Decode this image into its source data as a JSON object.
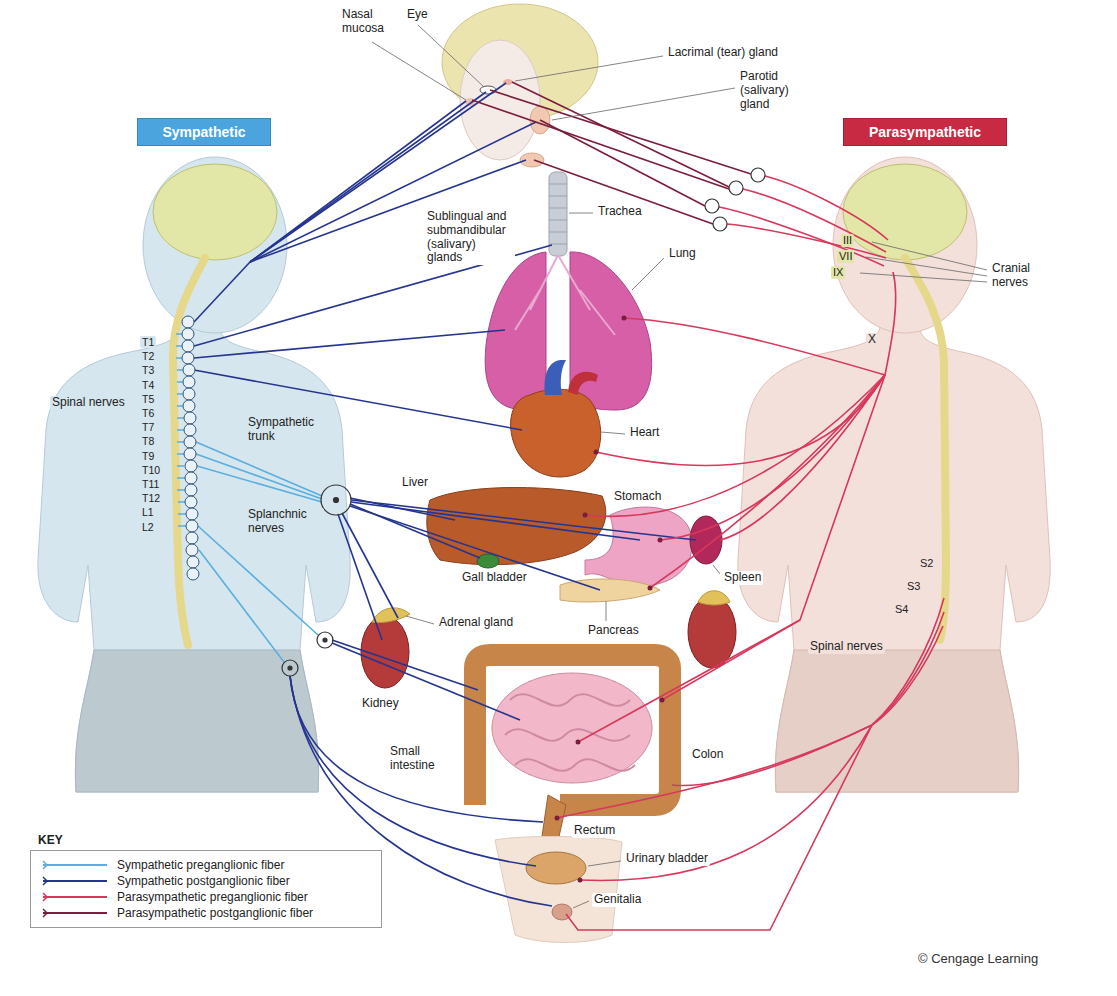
{
  "diagram": {
    "nodes": [
      {
        "text": [
          "Sympathetic"
        ]
      },
      {
        "text": [
          "Parasympathetic"
        ]
      }
    ],
    "labels": [
      "Nasal mucosa",
      "Eye",
      "Lacrimal (tear) gland",
      "Parotid (salivary) gland",
      "Sublingual and submandibular (salivary) glands",
      "Trachea",
      "Lung",
      "Spinal nerves",
      "Sympathetic trunk",
      "Heart",
      "Liver",
      "Stomach",
      "Splanchnic nerves",
      "Gall bladder",
      "Spleen",
      "Pancreas",
      "Adrenal gland",
      "Kidney",
      "Small intestine",
      "Colon",
      "Rectum",
      "Urinary bladder",
      "Genitalia",
      "III",
      "VII",
      "IX",
      "Cranial nerves",
      "X",
      "S2",
      "S3",
      "S4",
      "Spinal nerves",
      "T1",
      "T2",
      "T3",
      "T4",
      "T5",
      "T6",
      "T7",
      "T8",
      "T9",
      "T10",
      "T11",
      "T12",
      "L1",
      "L2",
      "KEY",
      "© Cengage Learning"
    ],
    "legend": [
      {
        "text": "Sympathetic preganglionic fiber"
      },
      {
        "text": "Sympathetic postganglionic fiber"
      },
      {
        "text": "Parasympathetic preganglionic fiber"
      },
      {
        "text": "Parasympathetic postganglionic fiber"
      }
    ]
  }
}
